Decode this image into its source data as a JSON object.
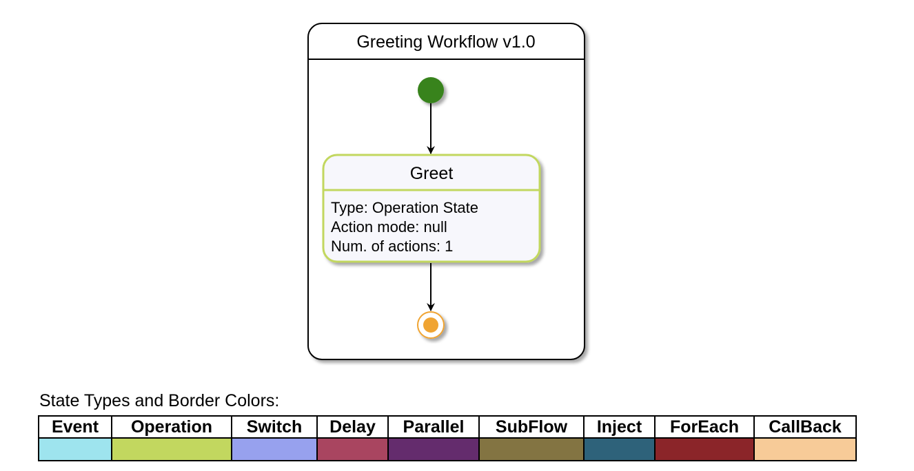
{
  "workflow": {
    "title": "Greeting Workflow v1.0"
  },
  "start": {
    "color": "#38831f"
  },
  "state": {
    "name": "Greet",
    "lines": [
      "Type: Operation State",
      "Action mode: null",
      "Num. of actions: 1"
    ],
    "border_color": "#c2d75f",
    "fill_color": "#f7f7fc"
  },
  "end": {
    "color": "#f0a431"
  },
  "legend": {
    "title": "State Types and Border Colors:",
    "types": [
      {
        "name": "Event",
        "color": "#9ee4ee"
      },
      {
        "name": "Operation",
        "color": "#c2d75f"
      },
      {
        "name": "Switch",
        "color": "#97a1ee"
      },
      {
        "name": "Delay",
        "color": "#a94560"
      },
      {
        "name": "Parallel",
        "color": "#642c6d"
      },
      {
        "name": "SubFlow",
        "color": "#837442"
      },
      {
        "name": "Inject",
        "color": "#2e627a"
      },
      {
        "name": "ForEach",
        "color": "#8b2529"
      },
      {
        "name": "CallBack",
        "color": "#f7cb98"
      }
    ]
  }
}
